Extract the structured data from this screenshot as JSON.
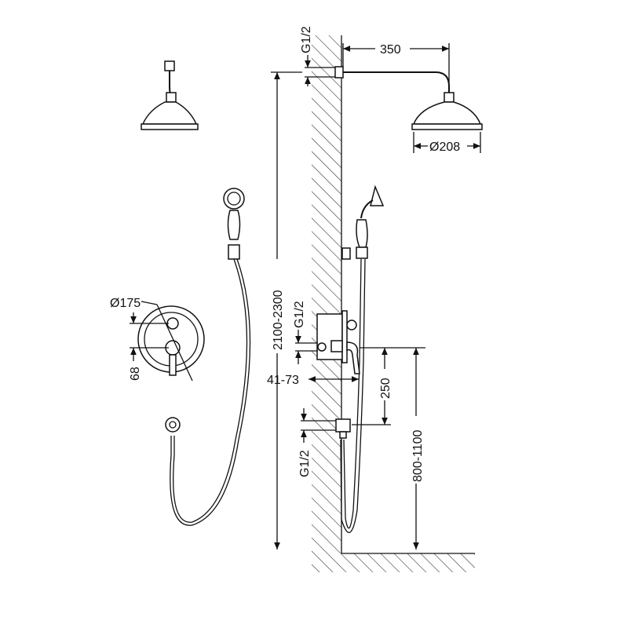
{
  "labels": {
    "arm_length": "350",
    "head_diameter": "Ø208",
    "plate_diameter": "Ø175",
    "knob_spacing": "68",
    "head_height": "2100-2300",
    "inlet_top": "G1/2",
    "inlet_valve": "G1/2",
    "inlet_outlet": "G1/2",
    "wall_depth": "41-73",
    "outlet_offset": "250",
    "valve_height": "800-1100"
  }
}
